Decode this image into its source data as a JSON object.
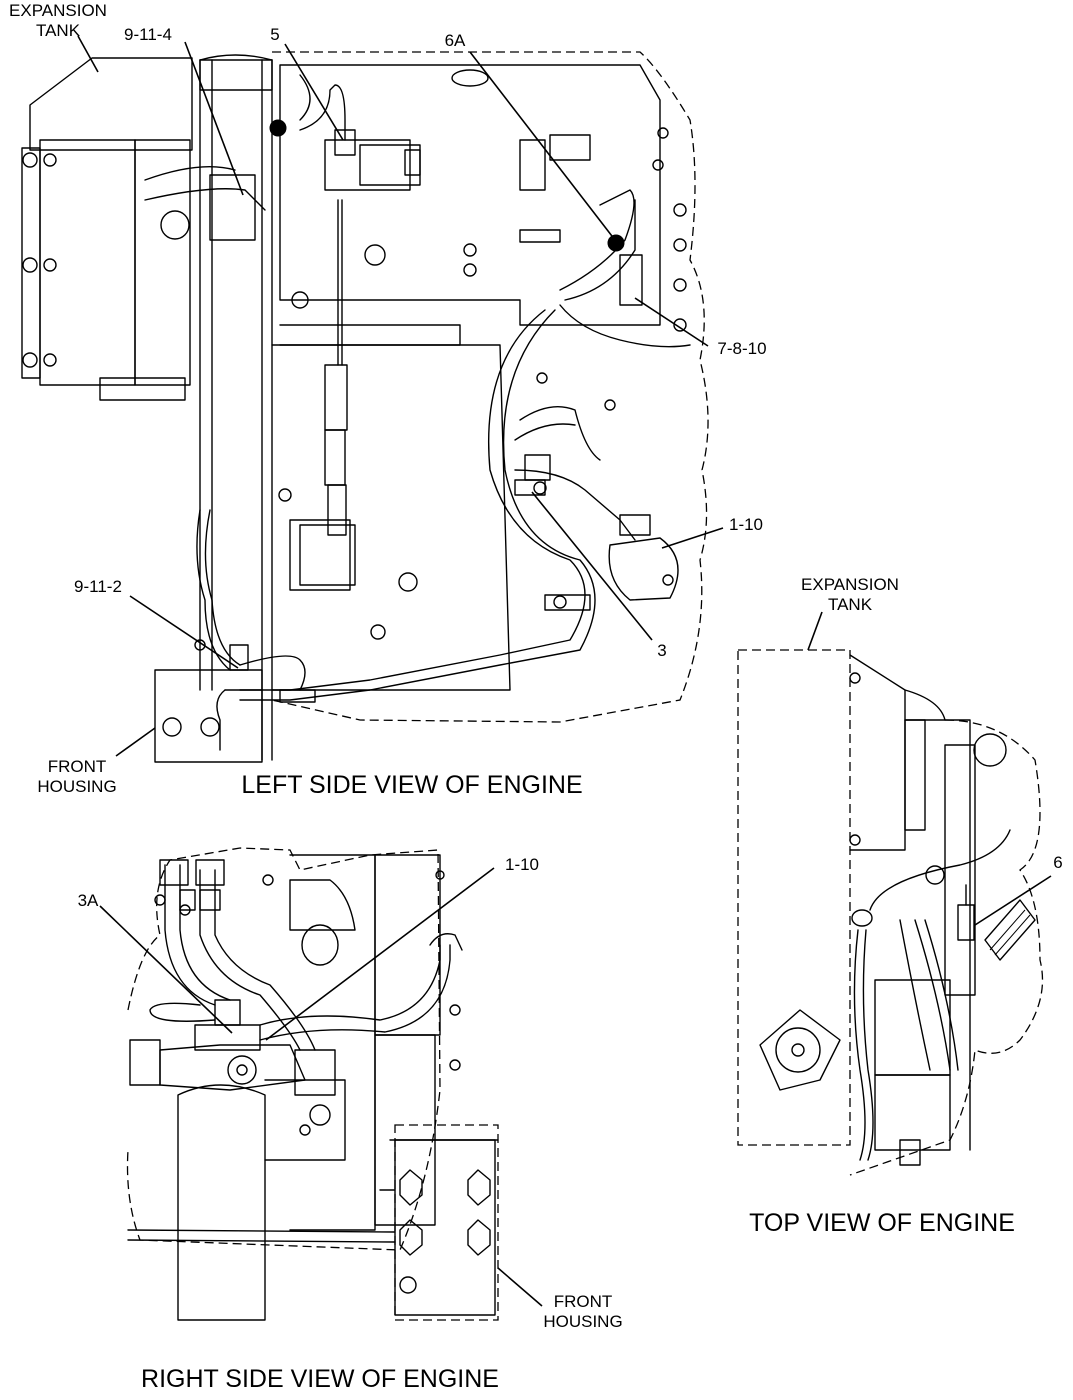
{
  "views": {
    "left": {
      "title": "LEFT SIDE VIEW OF ENGINE",
      "labels": {
        "expansion_tank_1": "EXPANSION",
        "expansion_tank_2": "TANK",
        "c_9_11_4": "9-11-4",
        "c_5": "5",
        "c_6a": "6A",
        "c_7_8_10": "7-8-10",
        "c_1_10": "1-10",
        "c_9_11_2": "9-11-2",
        "c_3": "3",
        "front_housing_1": "FRONT",
        "front_housing_2": "HOUSING"
      }
    },
    "top": {
      "title": "TOP VIEW OF ENGINE",
      "labels": {
        "expansion_tank_1": "EXPANSION",
        "expansion_tank_2": "TANK",
        "c_6": "6"
      }
    },
    "right": {
      "title": "RIGHT SIDE VIEW OF ENGINE",
      "labels": {
        "c_1_10": "1-10",
        "c_3a": "3A",
        "front_housing_1": "FRONT",
        "front_housing_2": "HOUSING"
      }
    }
  }
}
